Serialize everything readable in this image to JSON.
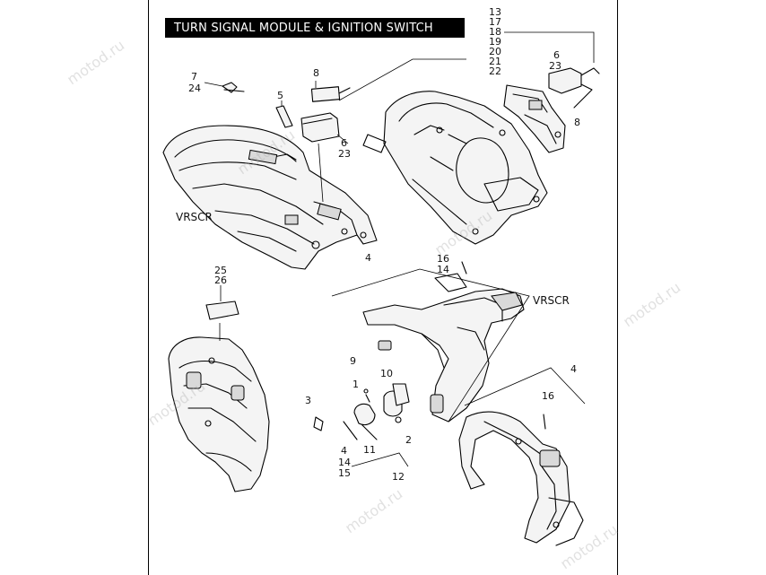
{
  "title": "TURN SIGNAL MODULE & IGNITION SWITCH",
  "watermark_text": "motod.ru",
  "callouts": {
    "c13": "13",
    "c17": "17",
    "c18": "18",
    "c19": "19",
    "c20": "20",
    "c21": "21",
    "c22": "22",
    "c6a": "6",
    "c23a": "23",
    "c8a": "8",
    "c7": "7",
    "c24": "24",
    "c8b": "8",
    "c5": "5",
    "c6b": "6",
    "c23b": "23",
    "c4a": "4",
    "c16a": "16",
    "c14a": "14",
    "c25": "25",
    "c26": "26",
    "c9": "9",
    "c10": "10",
    "c1": "1",
    "c3": "3",
    "c2": "2",
    "c11": "11",
    "c4b": "4",
    "c14b": "14",
    "c15": "15",
    "c12": "12",
    "c4c": "4",
    "c16b": "16"
  },
  "models": {
    "left": "VRSCR",
    "right": "VRSCR"
  }
}
